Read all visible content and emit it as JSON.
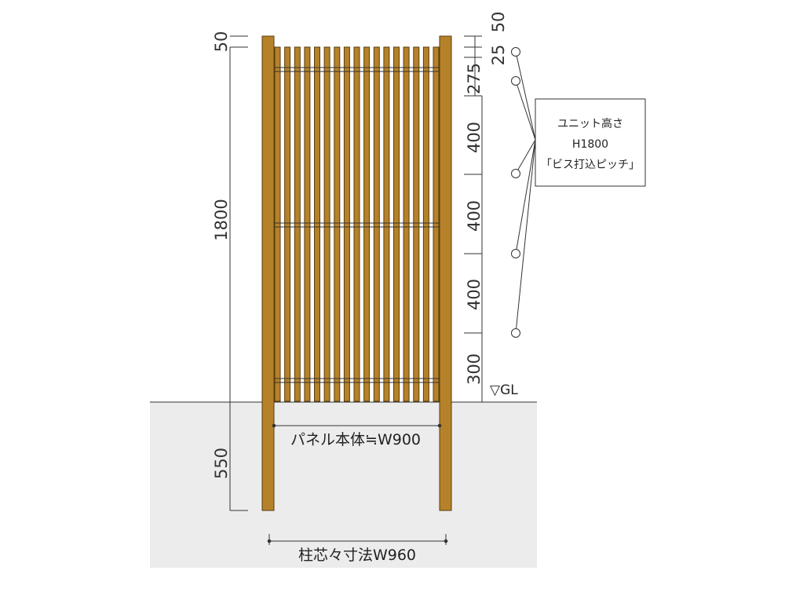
{
  "colors": {
    "wood": "#b5822a",
    "wood_edge": "#5a3c0e",
    "ground": "#ececec",
    "line": "#333333"
  },
  "dimensions": {
    "post_top": "50",
    "total_height": "1800",
    "embed_depth": "550",
    "right_top_50": "50",
    "right_25": "25",
    "right_275": "275",
    "right_400_a": "400",
    "right_400_b": "400",
    "right_400_c": "400",
    "right_300": "300"
  },
  "ground_label": "▽GL",
  "callout": {
    "line1": "ユニット高さ",
    "line2": "H1800",
    "line3": "「ビス打込ピッチ」"
  },
  "panel_width_label": "パネル本体≒W900",
  "post_center_label": "柱芯々寸法W960",
  "icons": [
    "ground-level-triangle-icon"
  ]
}
